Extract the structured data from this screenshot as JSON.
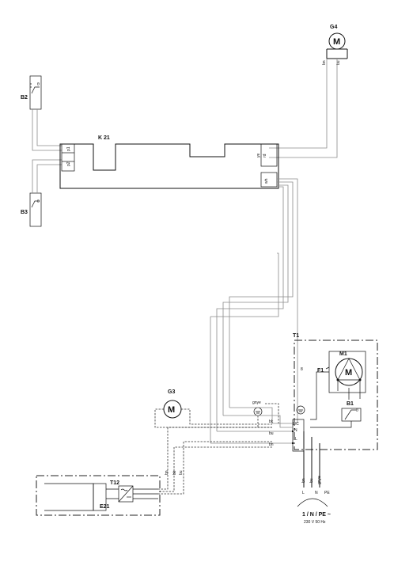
{
  "components": {
    "g4": "G4",
    "b2": "B2",
    "b3": "B3",
    "k21": "K 21",
    "t1": "T1",
    "m1": "M1",
    "f1": "F1",
    "b1": "B1",
    "g3": "G3",
    "t12": "T12",
    "e21": "E21",
    "motor": "M"
  },
  "pins": {
    "p1": "p1",
    "p2": "p2",
    "ye": "ye",
    "rd": "rd",
    "wh": "wh",
    "lnc": "L/C",
    "n": "N"
  },
  "wires": {
    "bn": "bn",
    "bu": "bu",
    "bk": "bk",
    "gnye": "gnye",
    "l": "L",
    "pe": "PE"
  },
  "supply": {
    "phase": "1 / N / PE ~",
    "rating": "230 V 50 Hz"
  }
}
